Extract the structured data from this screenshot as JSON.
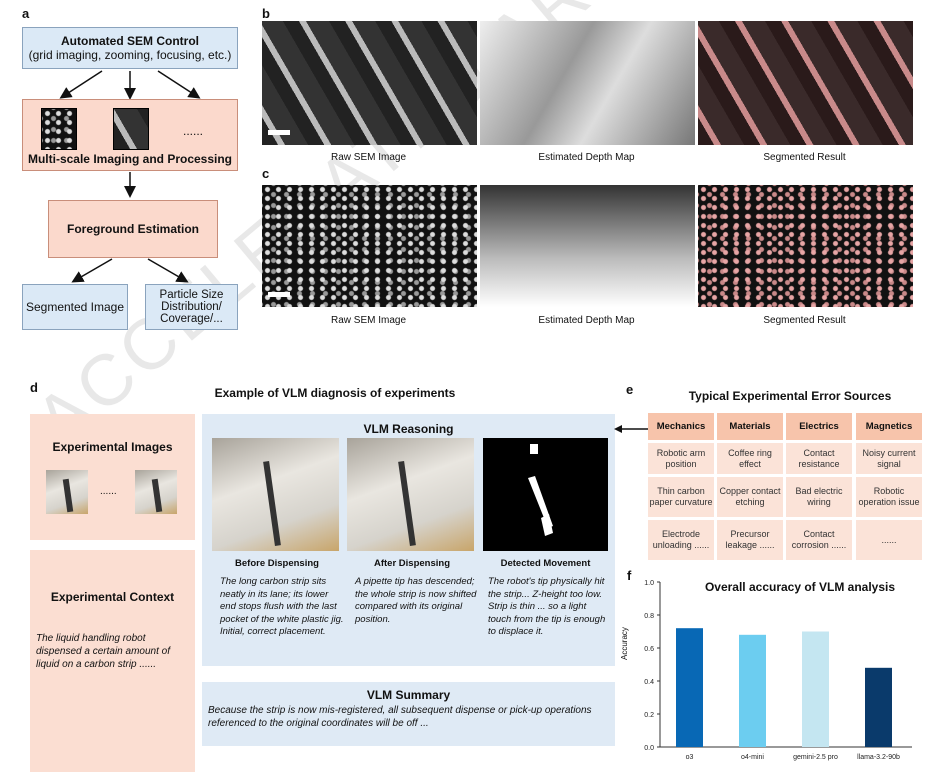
{
  "panel_labels": {
    "a": "a",
    "b": "b",
    "c": "c",
    "d": "d",
    "e": "e",
    "f": "f"
  },
  "a": {
    "control_title": "Automated SEM Control",
    "control_sub": "(grid imaging, zooming, focusing, etc.)",
    "ellipsis": "......",
    "multiscale": "Multi-scale Imaging and Processing",
    "foreground": "Foreground Estimation",
    "segmented": "Segmented Image",
    "particle": "Particle Size Distribution/ Coverage/..."
  },
  "b": {
    "captions": [
      "Raw SEM Image",
      "Estimated Depth Map",
      "Segmented Result"
    ]
  },
  "c": {
    "captions": [
      "Raw SEM Image",
      "Estimated Depth Map",
      "Segmented Result"
    ]
  },
  "d": {
    "title": "Example of VLM diagnosis of experiments",
    "exp_images": "Experimental Images",
    "exp_dots": "......",
    "exp_context": "Experimental Context",
    "context_text": "The liquid handling robot dispensed a certain amount of liquid on a carbon strip ......",
    "reasoning_title": "VLM Reasoning",
    "steps": [
      {
        "title": "Before Dispensing",
        "text": "The long carbon strip sits neatly in its lane; its lower end stops flush with the last pocket of the white plastic jig. Initial, correct placement."
      },
      {
        "title": "After Dispensing",
        "text": "A pipette tip has descended; the whole strip is now shifted compared with its original position."
      },
      {
        "title": "Detected Movement",
        "text": "The robot's tip physically hit the strip... Z-height too low. Strip is thin ... so a light touch from the tip is enough to displace it."
      }
    ],
    "summary_title": "VLM Summary",
    "summary_text": "Because the strip is now mis-registered, all subsequent dispense or pick-up operations referenced to the original coordinates will be off ..."
  },
  "e": {
    "title": "Typical Experimental Error Sources",
    "columns": [
      {
        "header": "Mechanics",
        "items": [
          "Robotic arm position",
          "Thin carbon paper curvature",
          "Electrode unloading ......"
        ]
      },
      {
        "header": "Materials",
        "items": [
          "Coffee ring effect",
          "Copper contact etching",
          "Precursor leakage ......"
        ]
      },
      {
        "header": "Electrics",
        "items": [
          "Contact resistance",
          "Bad electric wiring",
          "Contact corrosion ......"
        ]
      },
      {
        "header": "Magnetics",
        "items": [
          "Noisy current signal",
          "Robotic operation issue",
          "......"
        ]
      }
    ]
  },
  "watermark": "ACCELERATED ARTICLE PREVIEW",
  "chart_data": {
    "type": "bar",
    "title": "Overall accuracy of VLM analysis",
    "xlabel": "",
    "ylabel": "Accuracy",
    "categories": [
      "o3",
      "o4-mini",
      "gemini-2.5 pro",
      "llama-3.2-90b"
    ],
    "values": [
      0.72,
      0.68,
      0.7,
      0.48
    ],
    "colors": [
      "#0868b5",
      "#6ccdf0",
      "#c4e6f1",
      "#0a3a6b"
    ],
    "ylim": [
      0,
      1.0
    ],
    "yticks": [
      "0.0",
      "0.2",
      "0.4",
      "0.6",
      "0.8",
      "1.0"
    ],
    "grid": false
  }
}
